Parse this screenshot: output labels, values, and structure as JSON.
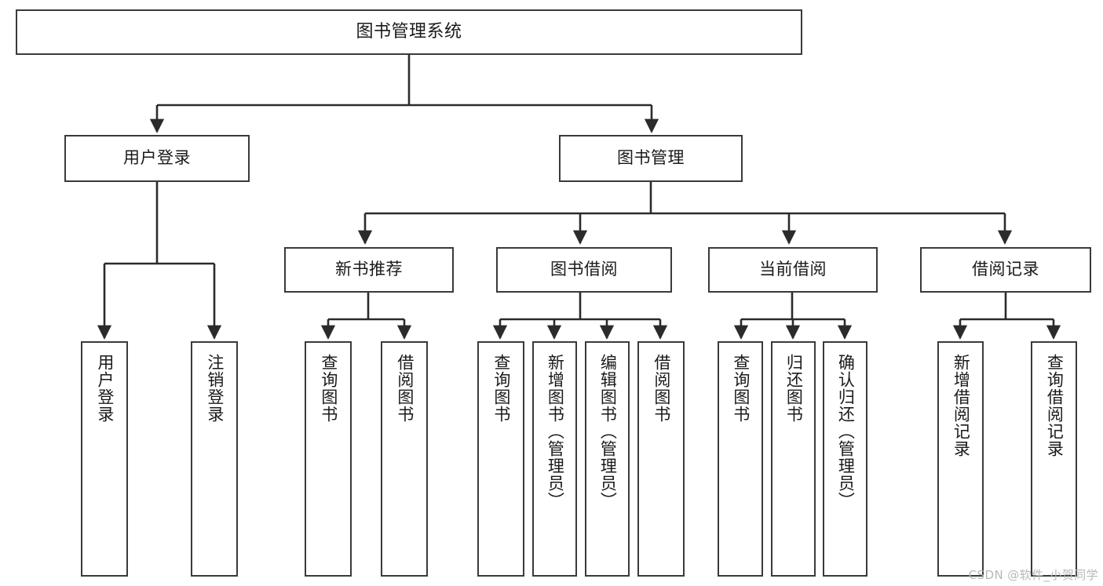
{
  "diagram": {
    "type": "tree-hierarchy",
    "title": "图书管理系统",
    "watermark": "CSDN @软件_小贺同学",
    "colors": {
      "background": "#ffffff",
      "box_border": "#3a3a3a",
      "box_fill": "#ffffff",
      "connector": "#2b2b2b",
      "text": "#1a1a1a",
      "watermark": "#b8b8b8"
    },
    "root": {
      "label": "图书管理系统"
    },
    "level1": [
      {
        "id": "user-login",
        "label": "用户登录"
      },
      {
        "id": "book-manage",
        "label": "图书管理"
      }
    ],
    "level2": [
      {
        "id": "new-book-recommend",
        "label": "新书推荐",
        "parent": "book-manage"
      },
      {
        "id": "book-borrow",
        "label": "图书借阅",
        "parent": "book-manage"
      },
      {
        "id": "current-borrow",
        "label": "当前借阅",
        "parent": "book-manage"
      },
      {
        "id": "borrow-record",
        "label": "借阅记录",
        "parent": "book-manage"
      }
    ],
    "leaves": {
      "user-login": [
        {
          "id": "leaf-user-login",
          "label": "用户登录"
        },
        {
          "id": "leaf-user-logout",
          "label": "注销登录"
        }
      ],
      "new-book-recommend": [
        {
          "id": "leaf-query-book-1",
          "label": "查询图书"
        },
        {
          "id": "leaf-borrow-book-1",
          "label": "借阅图书"
        }
      ],
      "book-borrow": [
        {
          "id": "leaf-query-book-2",
          "label": "查询图书"
        },
        {
          "id": "leaf-add-book",
          "label": "新增图书（管理员）"
        },
        {
          "id": "leaf-edit-book",
          "label": "编辑图书（管理员）"
        },
        {
          "id": "leaf-borrow-book-2",
          "label": "借阅图书"
        }
      ],
      "current-borrow": [
        {
          "id": "leaf-query-book-3",
          "label": "查询图书"
        },
        {
          "id": "leaf-return-book",
          "label": "归还图书"
        },
        {
          "id": "leaf-confirm-return",
          "label": "确认归还（管理员）"
        }
      ],
      "borrow-record": [
        {
          "id": "leaf-add-record",
          "label": "新增借阅记录"
        },
        {
          "id": "leaf-query-record",
          "label": "查询借阅记录"
        }
      ]
    }
  }
}
